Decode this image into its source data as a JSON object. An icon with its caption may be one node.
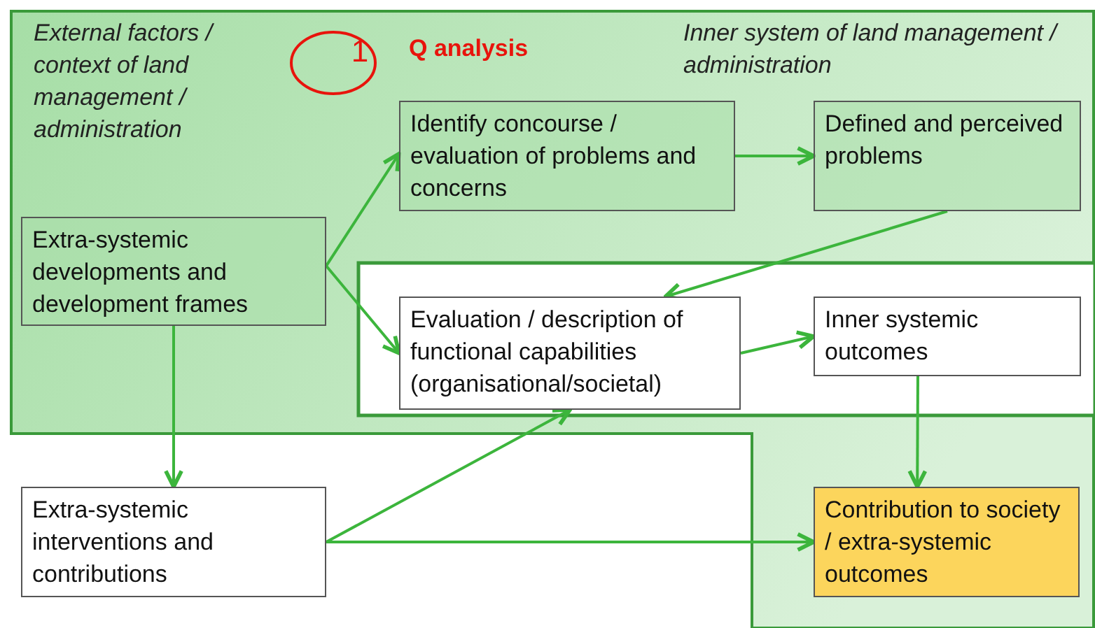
{
  "diagram": {
    "nodes": [
      {
        "text": [
          "Extra-systemic developments and development frames"
        ]
      },
      {
        "text": [
          "Identify concourse / evaluation of problems and concerns"
        ]
      },
      {
        "text": [
          "Defined and perceived problems"
        ]
      },
      {
        "text": [
          "Evaluation / description of functional capabilities (organisational/societal)"
        ]
      },
      {
        "text": [
          "Inner systemic outcomes"
        ]
      },
      {
        "text": [
          "Extra-systemic interventions and contributions"
        ]
      },
      {
        "text": [
          "Contribution to society / extra-systemic outcomes"
        ]
      }
    ],
    "edges": [
      {
        "from": 0,
        "to": 1,
        "arrow": "to"
      },
      {
        "from": 0,
        "to": 3,
        "arrow": "to"
      },
      {
        "from": 0,
        "to": 5,
        "arrow": "to"
      },
      {
        "from": 1,
        "to": 2,
        "arrow": "to"
      },
      {
        "from": 2,
        "to": 3,
        "arrow": "to"
      },
      {
        "from": 3,
        "to": 4,
        "arrow": "to"
      },
      {
        "from": 4,
        "to": 6,
        "arrow": "to"
      },
      {
        "from": 5,
        "to": 3,
        "arrow": "to"
      },
      {
        "from": 5,
        "to": 6,
        "arrow": "to"
      }
    ],
    "labels": [
      "External factors / context of land management / administration",
      "1",
      "Q analysis",
      "Inner system of land management / administration"
    ]
  }
}
